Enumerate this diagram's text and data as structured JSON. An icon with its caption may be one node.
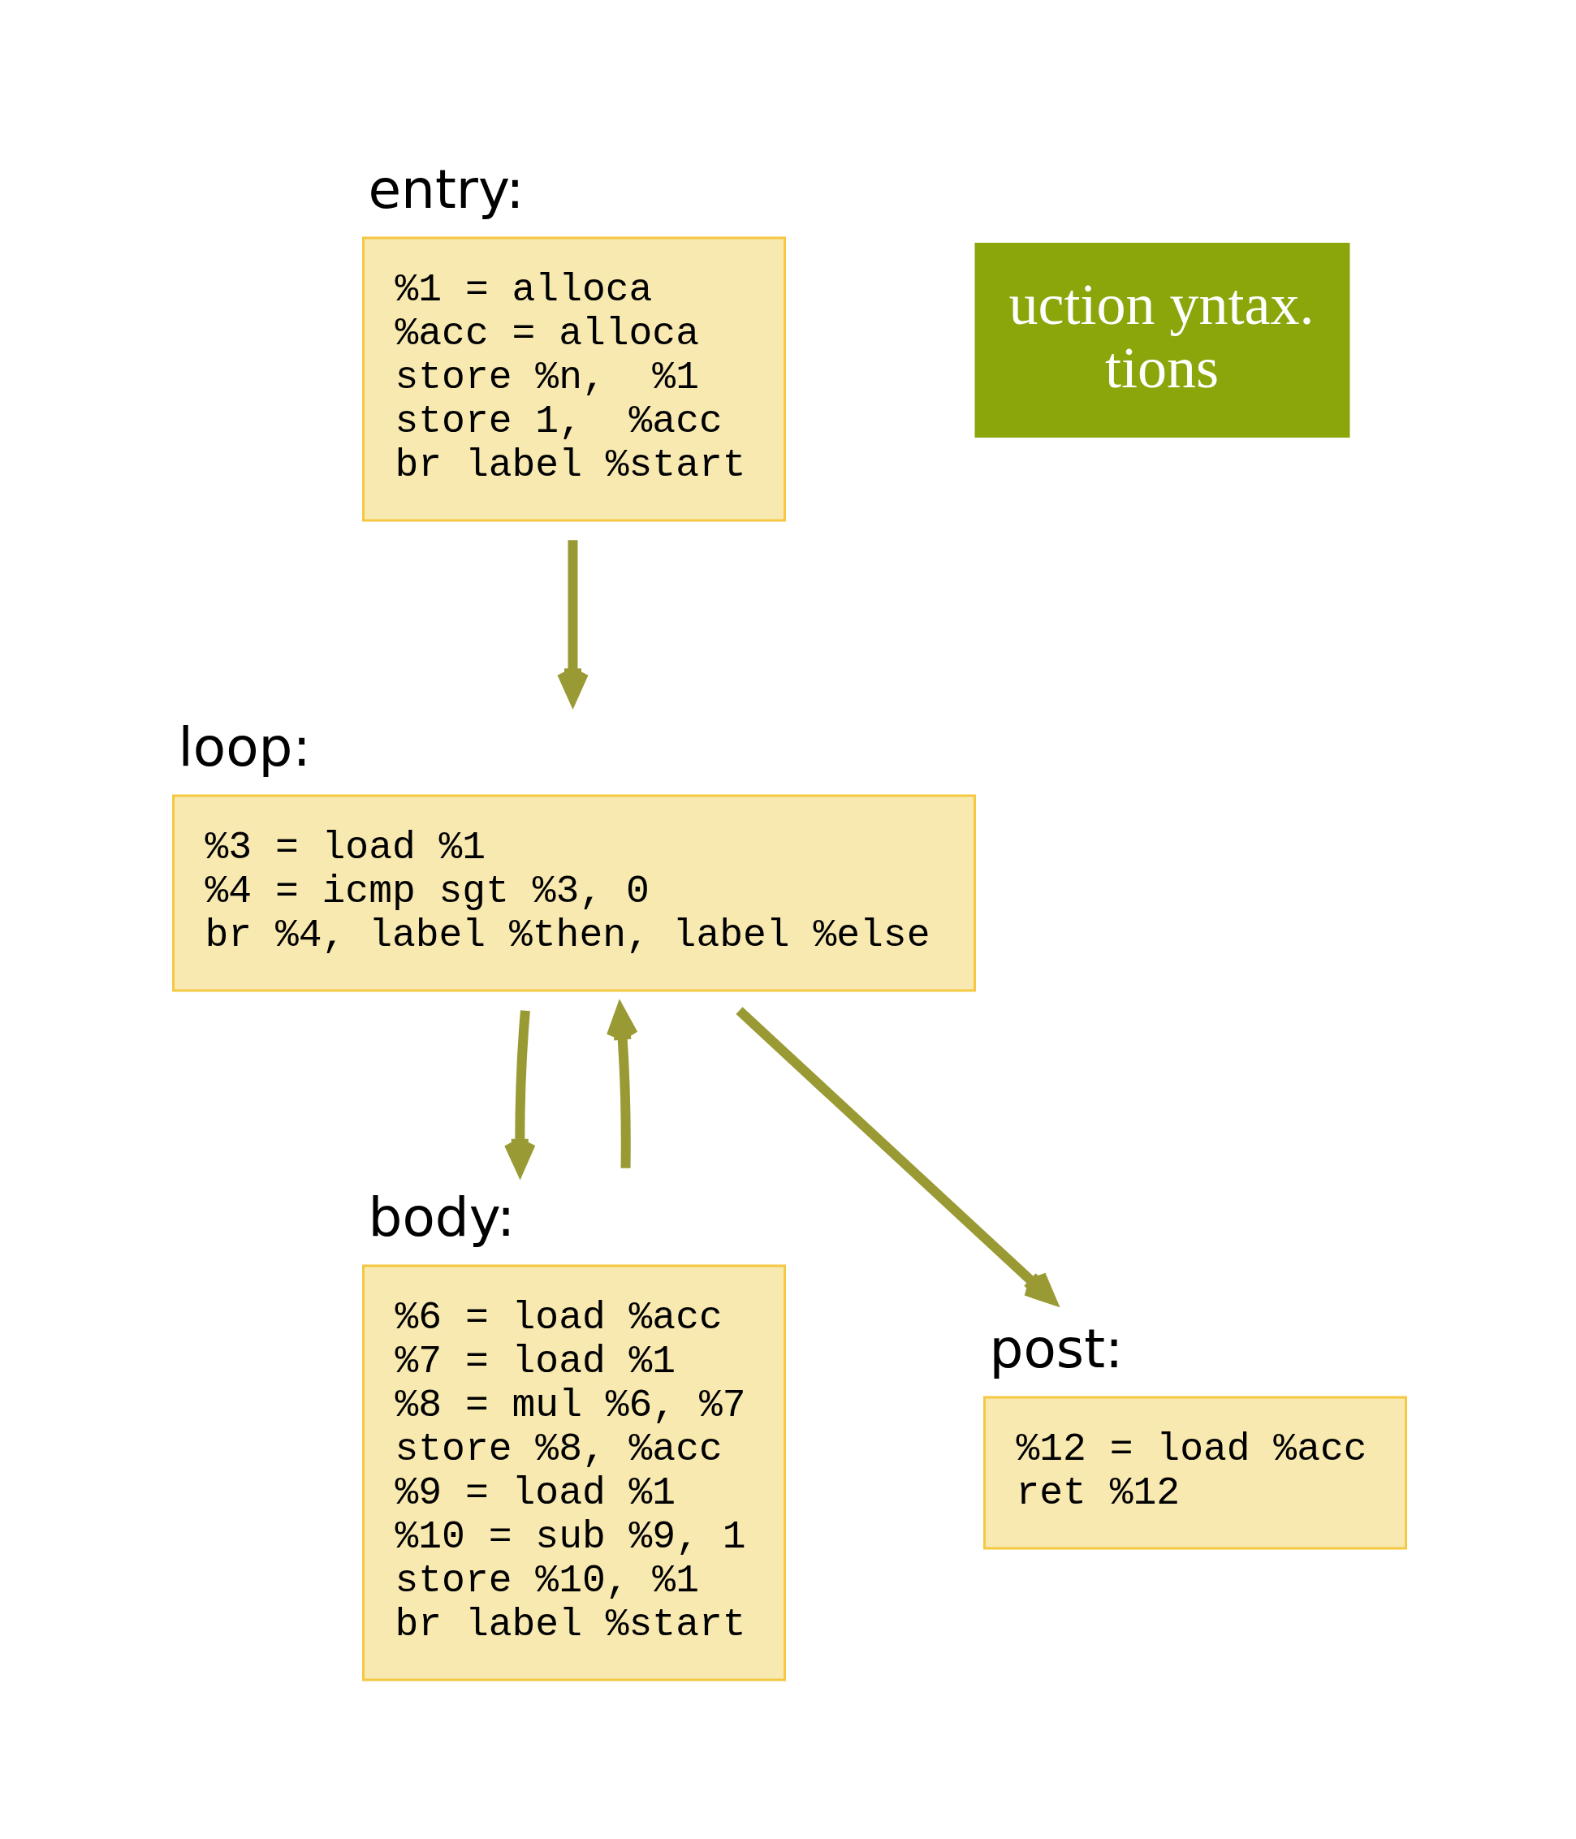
{
  "diagram": {
    "nodes": [
      {
        "text": [
          "entry:",
          "%1 = alloca",
          "%acc = alloca",
          "store %n,  %1",
          "store 1,  %acc",
          "br label %start"
        ]
      },
      {
        "text": [
          "loop:",
          "%3 = load %1",
          "%4 = icmp sgt %3, 0",
          "br %4, label %then, label %else"
        ]
      },
      {
        "text": [
          "body:",
          "%6 = load %acc",
          "%7 = load %1",
          "%8 = mul %6, %7",
          "store %8, %acc",
          "%9 = load %1",
          "%10 = sub %9, 1",
          "store %10, %1",
          "br label %start"
        ]
      },
      {
        "text": [
          "post:",
          "%12 = load %acc",
          "ret %12"
        ]
      },
      {
        "text": [
          "uction yntax.",
          "tions"
        ]
      }
    ],
    "edges": [
      {
        "from": 0,
        "to": 1,
        "arrow": "to"
      },
      {
        "from": 1,
        "to": 2,
        "arrow": "to"
      },
      {
        "from": 1,
        "to": 3,
        "arrow": "to"
      },
      {
        "from": 2,
        "to": 1,
        "arrow": "to"
      }
    ]
  }
}
